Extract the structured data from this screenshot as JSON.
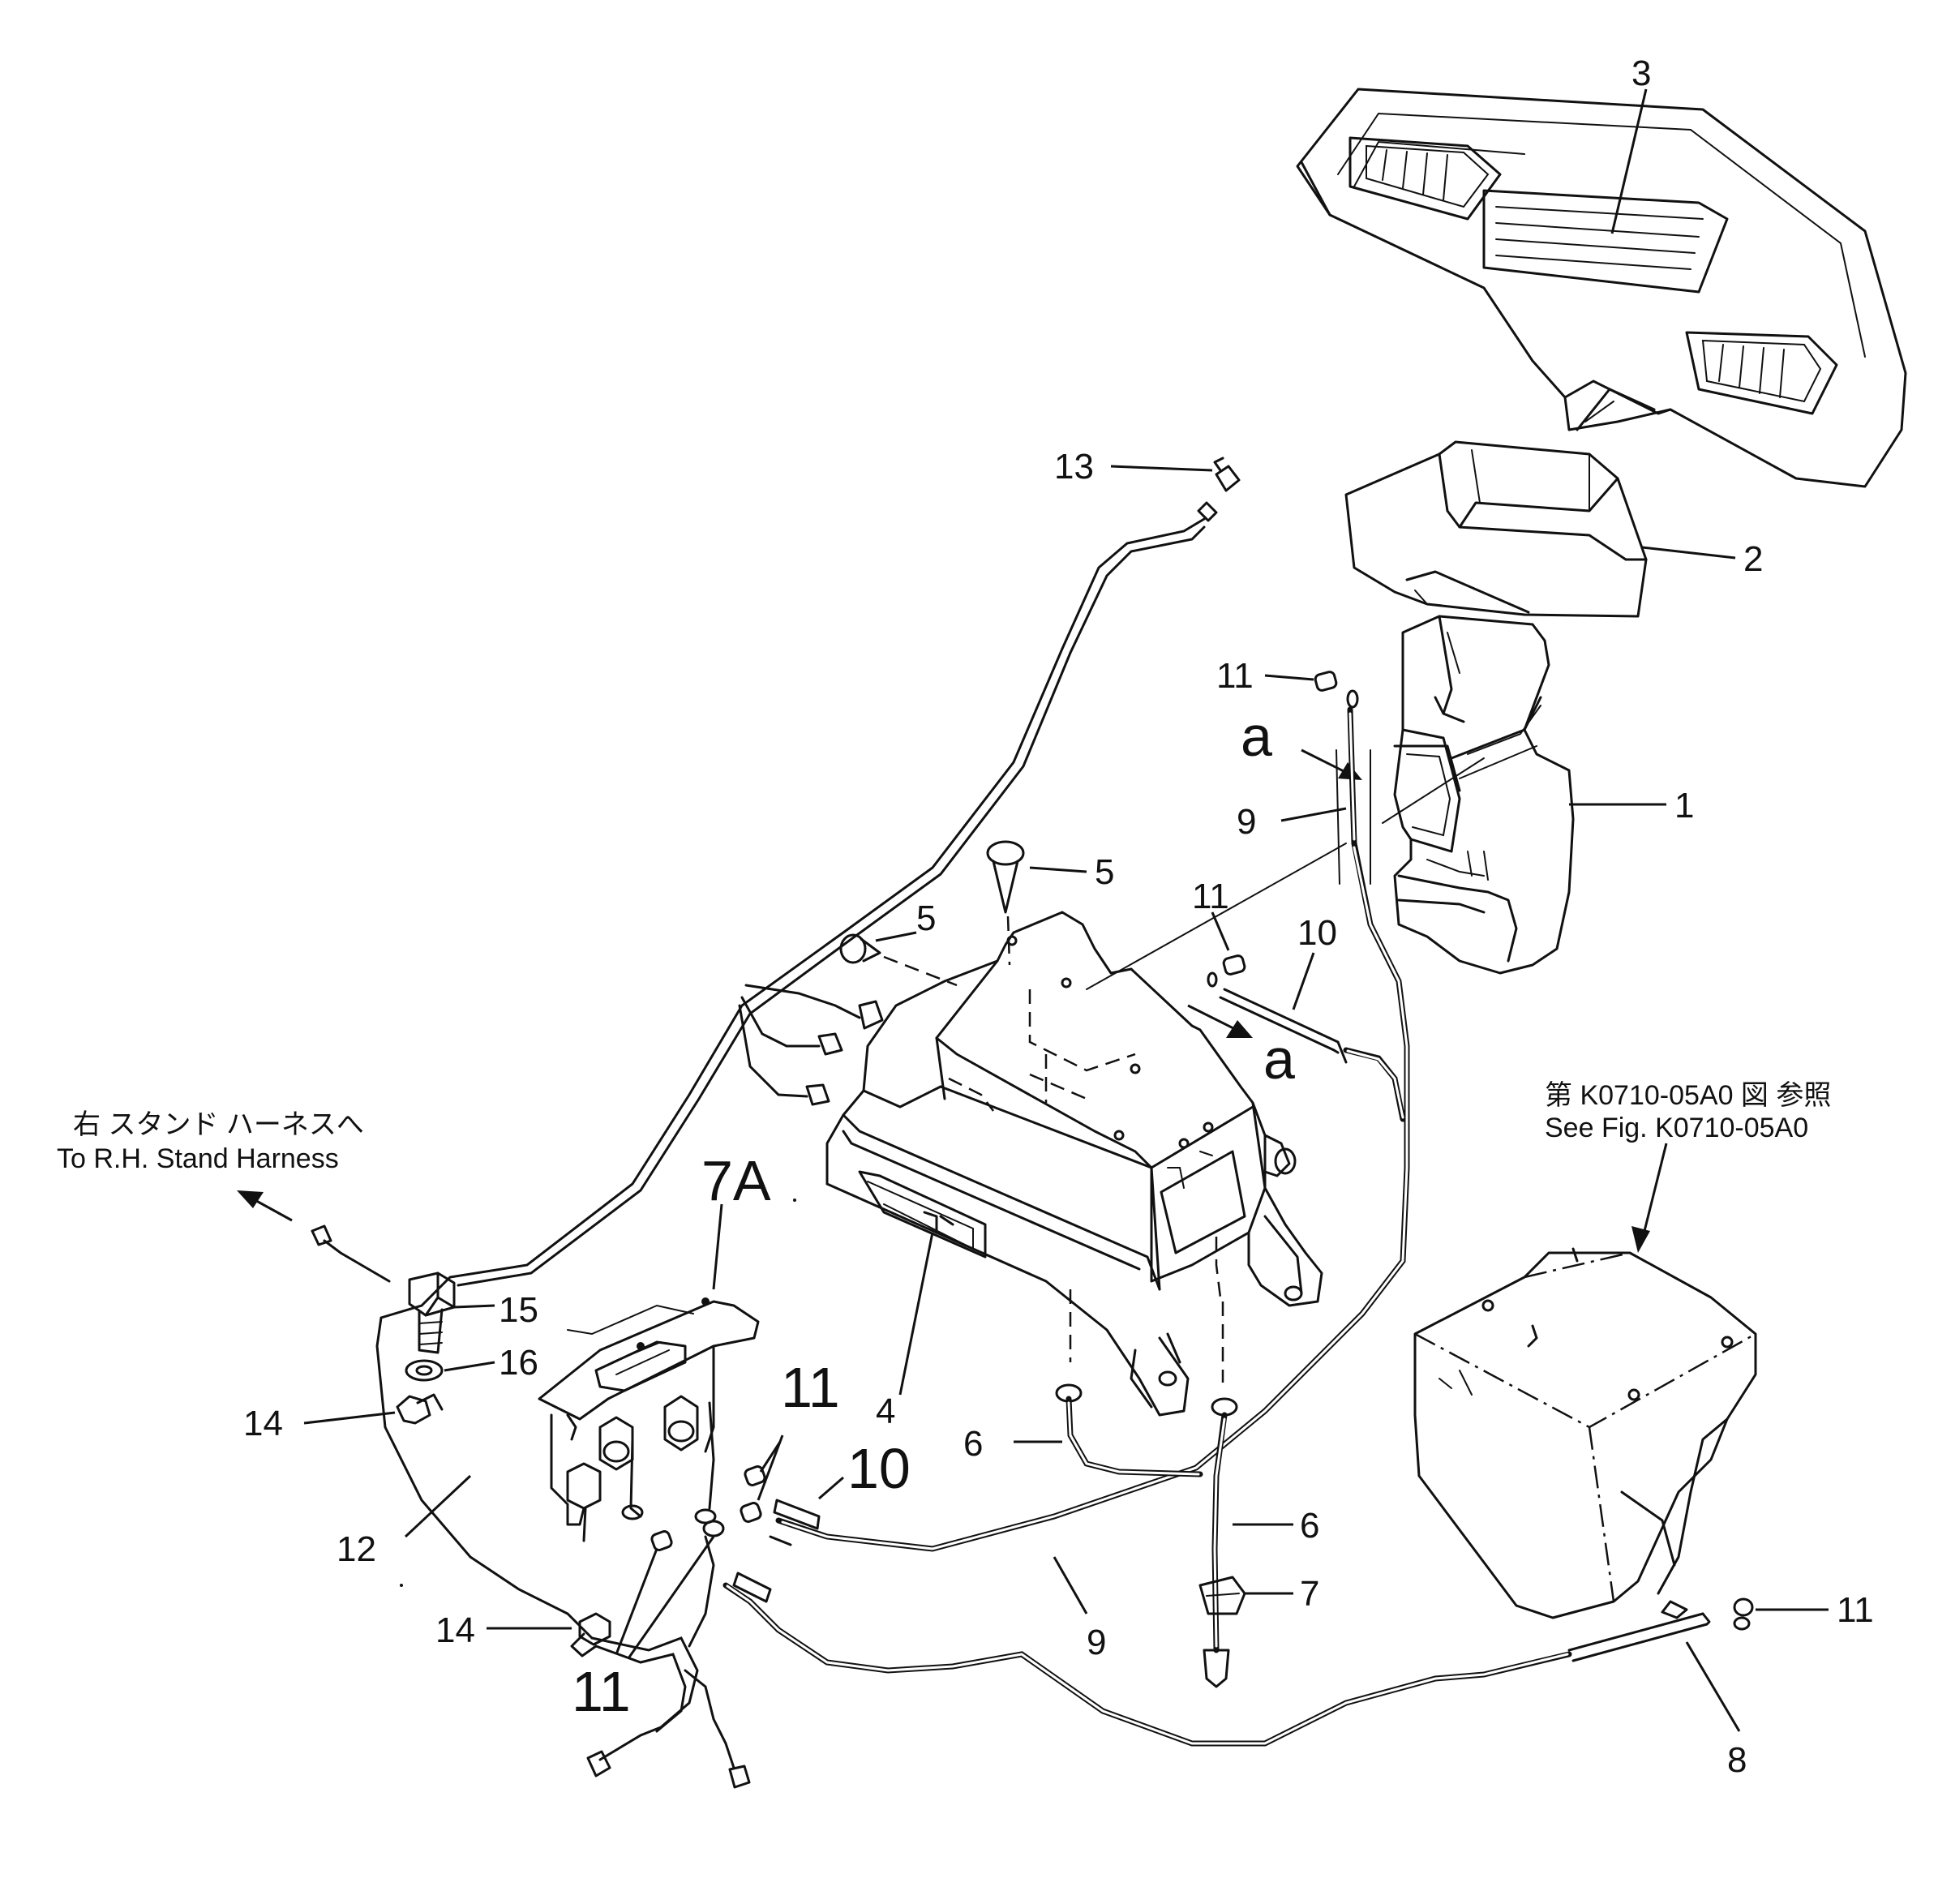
{
  "callouts": {
    "c1": "1",
    "c2": "2",
    "c3": "3",
    "c4": "4",
    "c5a": "5",
    "c5b": "5",
    "c6a": "6",
    "c6b": "6",
    "c7": "7",
    "c7a": "7A",
    "c8": "8",
    "c9a": "9",
    "c9b": "9",
    "c10a": "10",
    "c10b": "10",
    "c11a": "11",
    "c11b": "11",
    "c11c": "11",
    "c11d": "11",
    "c11e": "11",
    "c12": "12",
    "c13": "13",
    "c14a": "14",
    "c14b": "14",
    "c15": "15",
    "c16": "16"
  },
  "view_markers": {
    "a_top": "a",
    "a_mid": "a"
  },
  "references": {
    "harness_jp": "右 スタンド ハーネスへ",
    "harness_en": "To R.H. Stand Harness",
    "figure_jp": "第 K0710-05A0 図 参照",
    "figure_en": "See Fig. K0710-05A0"
  }
}
